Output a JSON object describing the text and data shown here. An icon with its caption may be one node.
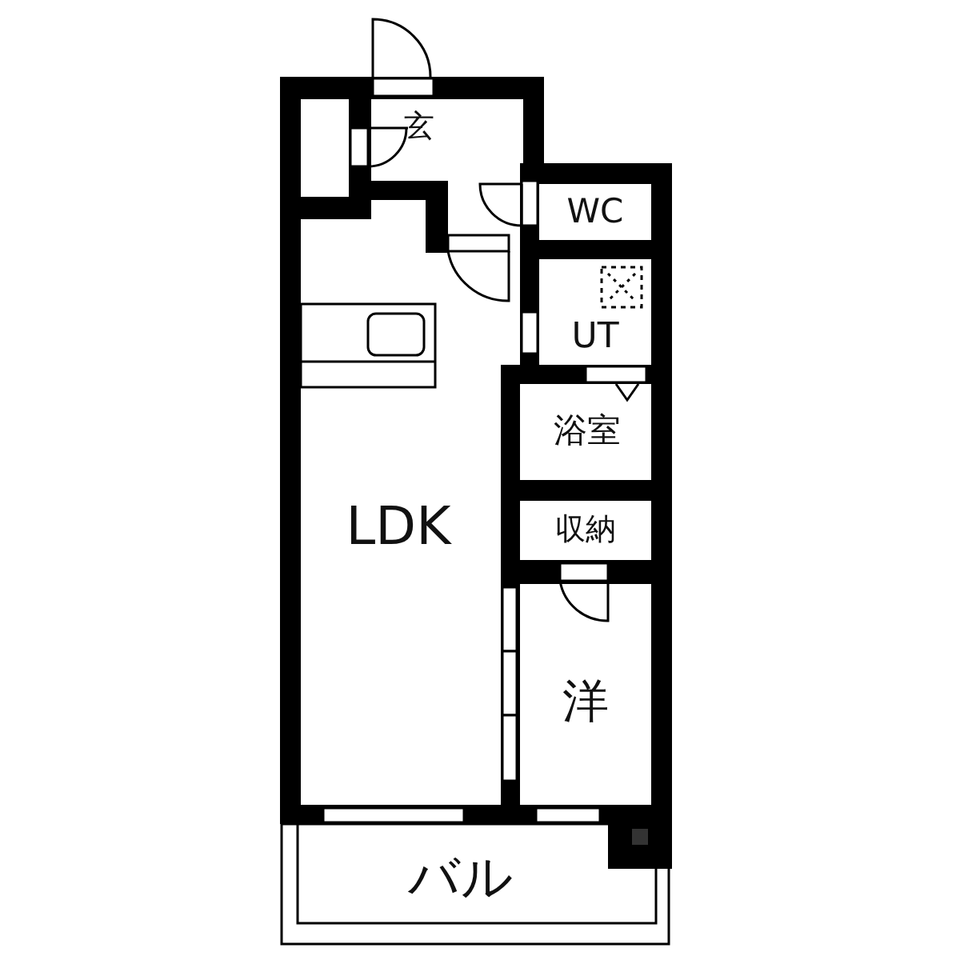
{
  "diagram": {
    "nodes": [
      {
        "text": [
          "玄"
        ]
      },
      {
        "text": [
          "WC"
        ]
      },
      {
        "text": [
          "UT"
        ]
      },
      {
        "text": [
          "浴室"
        ]
      },
      {
        "text": [
          "LDK"
        ]
      },
      {
        "text": [
          "収納"
        ]
      },
      {
        "text": [
          "洋"
        ]
      },
      {
        "text": [
          "バル"
        ]
      }
    ]
  }
}
